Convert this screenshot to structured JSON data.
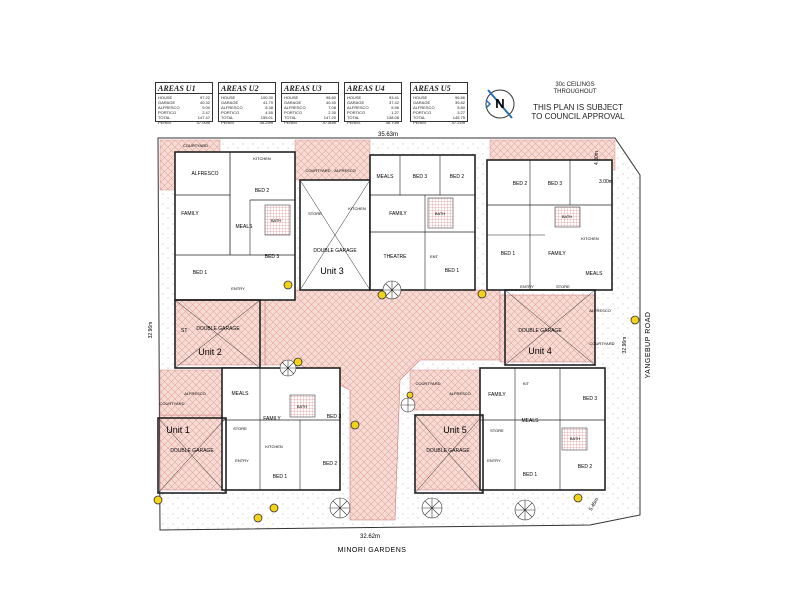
{
  "areas": [
    {
      "title": "AREAS U1",
      "rows": [
        [
          "HOUSE",
          "97.22"
        ],
        [
          "GARAGE",
          "40.32"
        ],
        [
          "ALFRESCO",
          "9.00"
        ],
        [
          "PORTICO",
          "2.47"
        ]
      ],
      "total_label": "TOTAL",
      "total": "147.47",
      "perim_label": "PERIM.",
      "perim": "47.00m"
    },
    {
      "title": "AREAS U2",
      "rows": [
        [
          "HOUSE",
          "100.30"
        ],
        [
          "GARAGE",
          "41.79"
        ],
        [
          "ALFRESCO",
          "8.38"
        ],
        [
          "PORTICO",
          "4.55"
        ]
      ],
      "total_label": "TOTAL",
      "total": "155.01",
      "perim_label": "PERIM.",
      "perim": "45.29m"
    },
    {
      "title": "AREAS U3",
      "rows": [
        [
          "HOUSE",
          "98.80"
        ],
        [
          "GARAGE",
          "40.40"
        ],
        [
          "ALFRESCO",
          "7.08"
        ],
        [
          "PORTICO",
          "2.30"
        ]
      ],
      "total_label": "TOTAL",
      "total": "147.20",
      "perim_label": "PERIM.",
      "perim": "47.80m"
    },
    {
      "title": "AREAS U4",
      "rows": [
        [
          "HOUSE",
          "93.41"
        ],
        [
          "GARAGE",
          "37.42"
        ],
        [
          "ALFRESCO",
          "5.96"
        ],
        [
          "PORTICO",
          "1.27"
        ]
      ],
      "total_label": "TOTAL",
      "total": "138.06",
      "perim_label": "PERIM.",
      "perim": "46.70m"
    },
    {
      "title": "AREAS U5",
      "rows": [
        [
          "HOUSE",
          "96.86"
        ],
        [
          "GARAGE",
          "39.82"
        ],
        [
          "ALFRESCO",
          "5.80"
        ],
        [
          "PORTICO",
          "3.27"
        ]
      ],
      "total_label": "TOTAL",
      "total": "145.75",
      "perim_label": "PERIM.",
      "perim": "47.21m"
    }
  ],
  "notes": {
    "ceilings": "30c CEILINGS THROUGHOUT",
    "approval_1": "THIS PLAN IS SUBJECT",
    "approval_2": "TO COUNCIL APPROVAL"
  },
  "compass": "N",
  "dimensions": {
    "top": "35.63m",
    "bottom": "32.62m",
    "left": "32.96m",
    "right": "32.96m",
    "corner_top": "4.00m",
    "corner_top_2": "3.00m",
    "corner_bottom": "5.45m"
  },
  "streets": {
    "bottom": "MINORI    GARDENS",
    "right": "YANGEBUP    ROAD"
  },
  "units": {
    "u1": {
      "label": "Unit 1",
      "garage": "DOUBLE GARAGE",
      "rooms": [
        "MEALS",
        "FAMILY",
        "STORE",
        "KITCHEN",
        "ENTRY",
        "BED 1",
        "BED 2",
        "BED 3",
        "BATH",
        "ALFRESCO",
        "COURTYARD"
      ]
    },
    "u2": {
      "label": "Unit 2",
      "garage": "DOUBLE GARAGE",
      "rooms": [
        "COURTYARD",
        "ALFRESCO",
        "FAMILY",
        "MEALS",
        "BED 1",
        "BED 2",
        "BED 3",
        "KITCHEN",
        "ENTRY",
        "BATH",
        "ST"
      ]
    },
    "u3": {
      "label": "Unit 3",
      "garage": "DOUBLE GARAGE",
      "rooms": [
        "COURTYARD",
        "ALFRESCO",
        "MEALS",
        "BED 3",
        "BED 2",
        "STORE",
        "KITCHEN",
        "FAMILY",
        "THEATRE",
        "ENT",
        "BED 1",
        "BATH"
      ]
    },
    "u4": {
      "label": "Unit 4",
      "garage": "DOUBLE GARAGE",
      "rooms": [
        "BED 2",
        "BED 3",
        "BED 1",
        "FAMILY",
        "KITCHEN",
        "MEALS",
        "ENTRY",
        "STORE",
        "ALFRESCO",
        "COURTYARD",
        "BATH"
      ]
    },
    "u5": {
      "label": "Unit 5",
      "garage": "DOUBLE GARAGE",
      "rooms": [
        "COURTYARD",
        "ALFRESCO",
        "FAMILY",
        "KIT",
        "MEALS",
        "STORE",
        "ENTRY",
        "BED 1",
        "BED 2",
        "BED 3",
        "BATH"
      ]
    }
  }
}
